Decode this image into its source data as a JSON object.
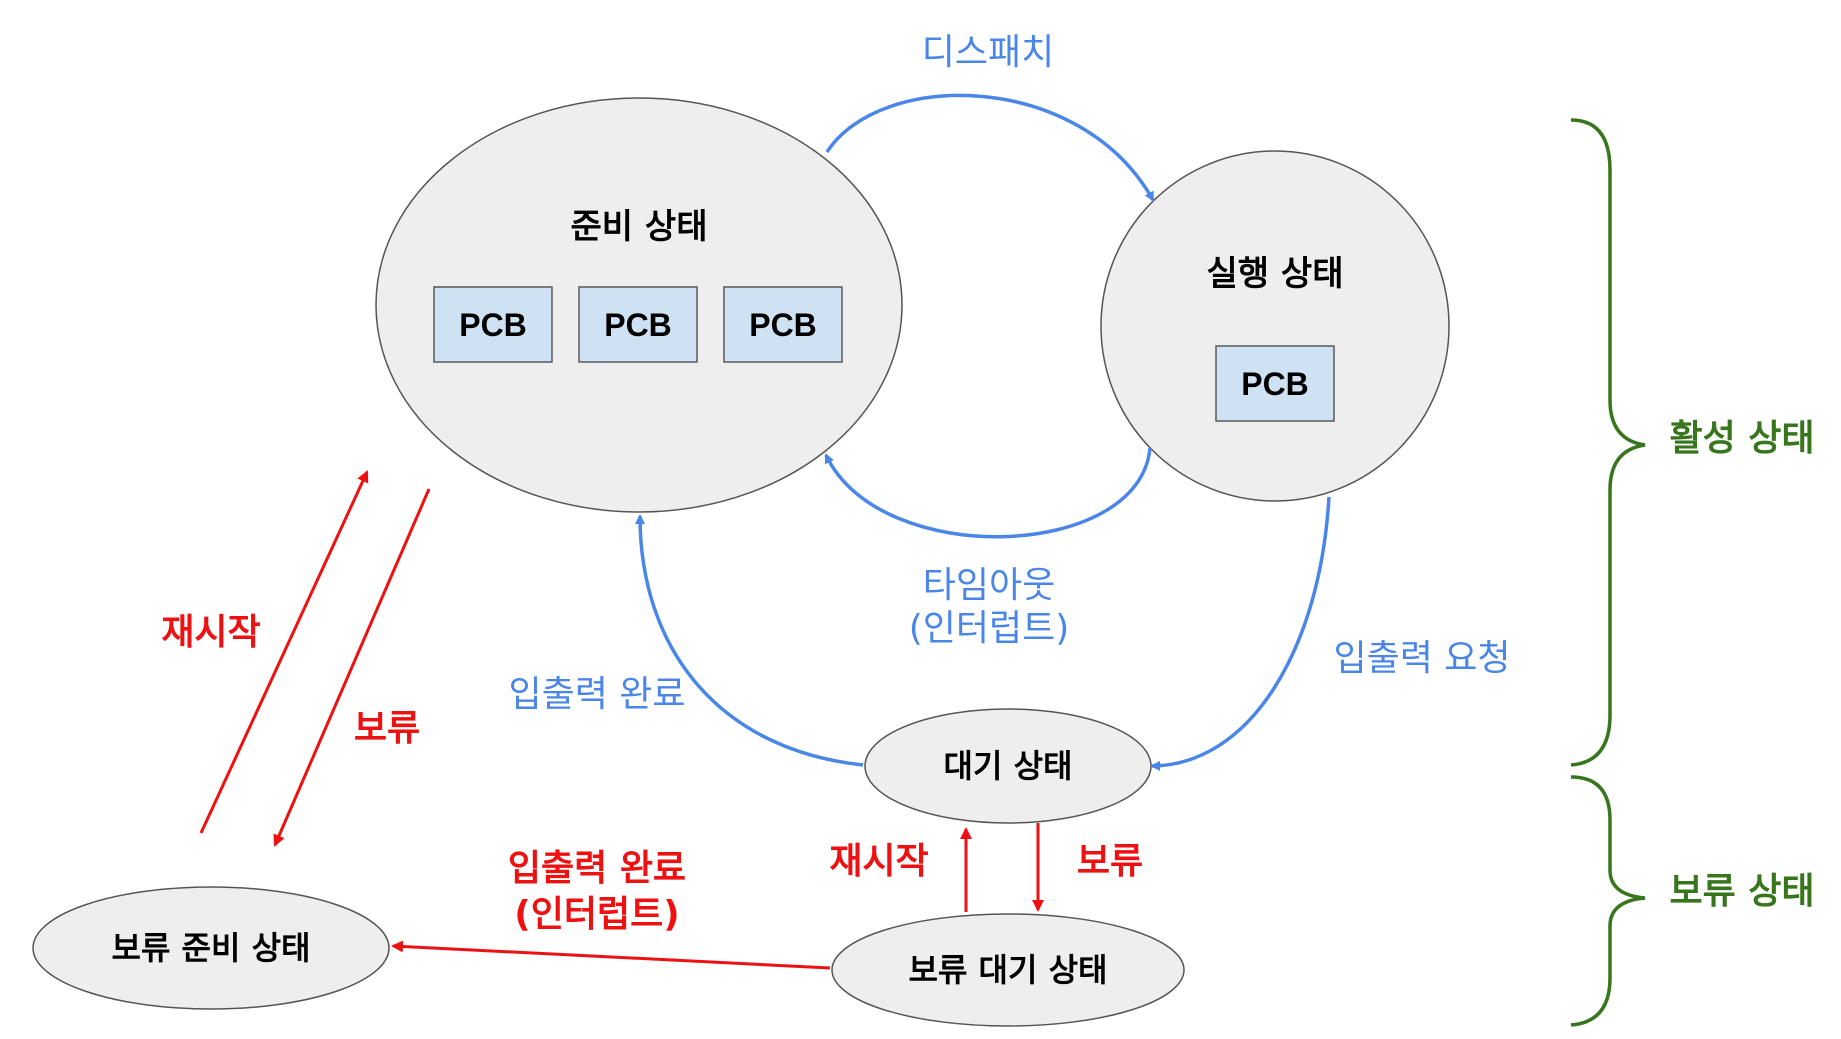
{
  "colors": {
    "blue_arrow": "#4a86e8",
    "red_arrow": "#ee1111",
    "green_brace": "#38761d",
    "state_fill": "#eeeeee",
    "pcb_fill": "#cfe2f3"
  },
  "states": {
    "ready": "준비 상태",
    "running": "실행 상태",
    "waiting": "대기 상태",
    "suspended_ready": "보류 준비 상태",
    "suspended_waiting": "보류 대기 상태"
  },
  "pcb": "PCB",
  "transitions": {
    "dispatch": "디스패치",
    "timeout_line1": "타임아웃",
    "timeout_line2": "(인터럽트)",
    "io_request": "입출력 요청",
    "io_complete": "입출력 완료",
    "resume_left": "재시작",
    "suspend_left": "보류",
    "resume_bottom": "재시작",
    "suspend_bottom": "보류",
    "io_complete_int_line1": "입출력 완료",
    "io_complete_int_line2": "(인터럽트)"
  },
  "groups": {
    "active": "활성 상태",
    "suspended": "보류 상태"
  }
}
